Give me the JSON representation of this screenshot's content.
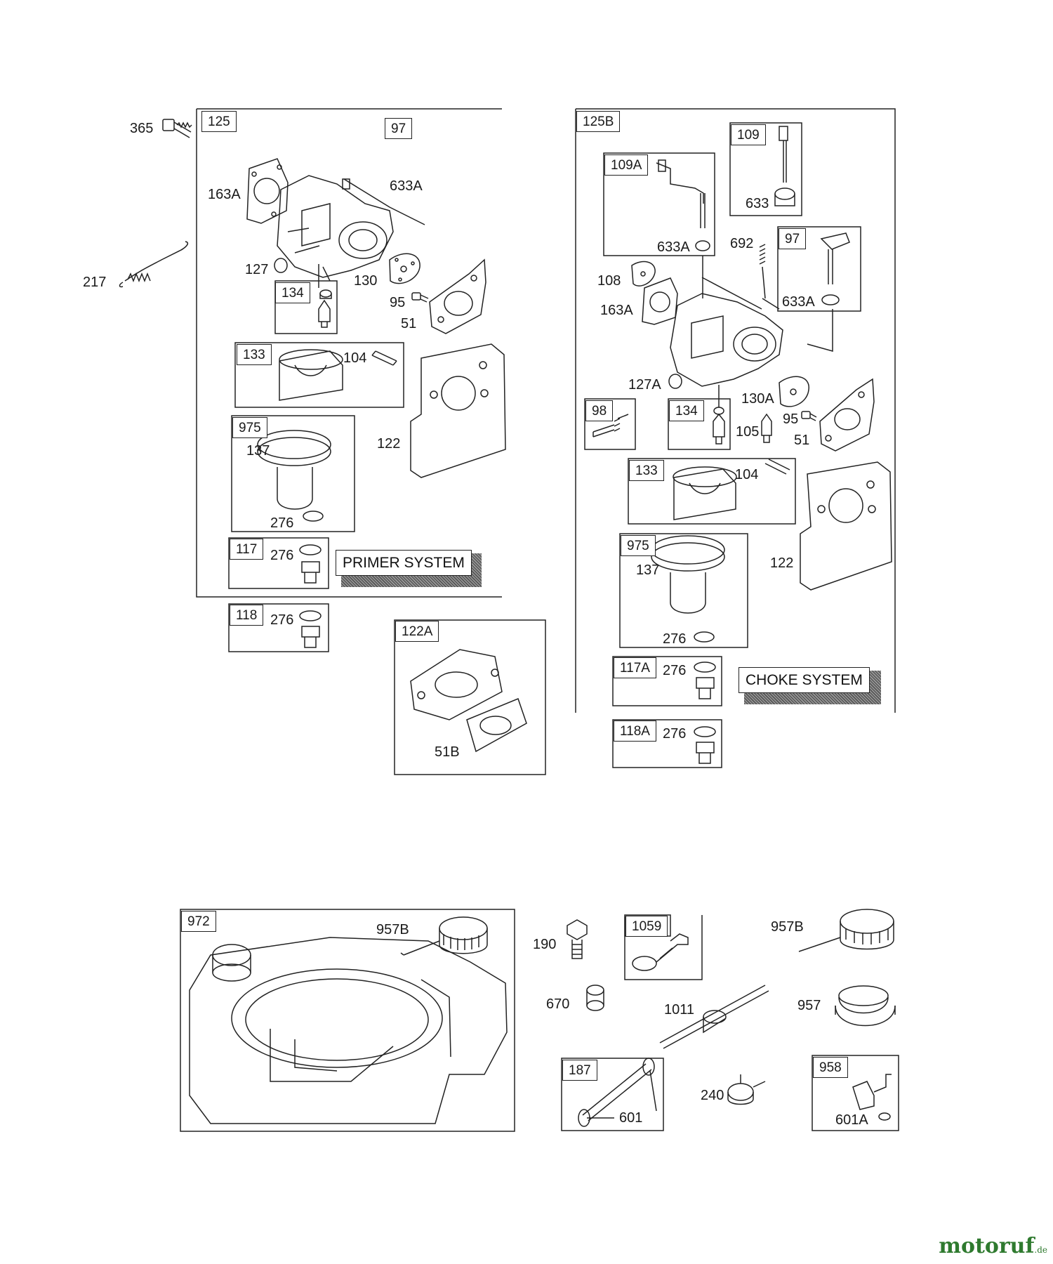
{
  "watermark": {
    "text": "motoruf",
    "suffix": ".de",
    "color": "#2f7a2f"
  },
  "systems": {
    "primer": "PRIMER SYSTEM",
    "choke": "CHOKE SYSTEM"
  },
  "parts": {
    "p365": "365",
    "p217": "217",
    "p125": "125",
    "p163A": "163A",
    "p97a": "97",
    "p633Aa": "633A",
    "p127": "127",
    "p134a": "134",
    "p130": "130",
    "p95a": "95",
    "p51a": "51",
    "p133a": "133",
    "p104a": "104",
    "p122a": "122",
    "p975a": "975",
    "p137a": "137",
    "p276a": "276",
    "p117": "117",
    "p276b": "276",
    "p118": "118",
    "p276c": "276",
    "p122A": "122A",
    "p51B": "51B",
    "p125B": "125B",
    "p109": "109",
    "p633": "633",
    "p109A": "109A",
    "p633Ab": "633A",
    "p692": "692",
    "p97b": "97",
    "p633Ac": "633A",
    "p108": "108",
    "p163Ab": "163A",
    "p127A": "127A",
    "p130A": "130A",
    "p98": "98",
    "p134b": "134",
    "p105": "105",
    "p95b": "95",
    "p51b": "51",
    "p133b": "133",
    "p104b": "104",
    "p122b": "122",
    "p975b": "975",
    "p137b": "137",
    "p276d": "276",
    "p117A": "117A",
    "p276e": "276",
    "p118A": "118A",
    "p276f": "276",
    "p972": "972",
    "p957Ba": "957B",
    "p190": "190",
    "p1059": "1059",
    "p957Bb": "957B",
    "p670": "670",
    "p1011": "1011",
    "p957": "957",
    "p187": "187",
    "p601": "601",
    "p240": "240",
    "p958": "958",
    "p601A": "601A"
  }
}
